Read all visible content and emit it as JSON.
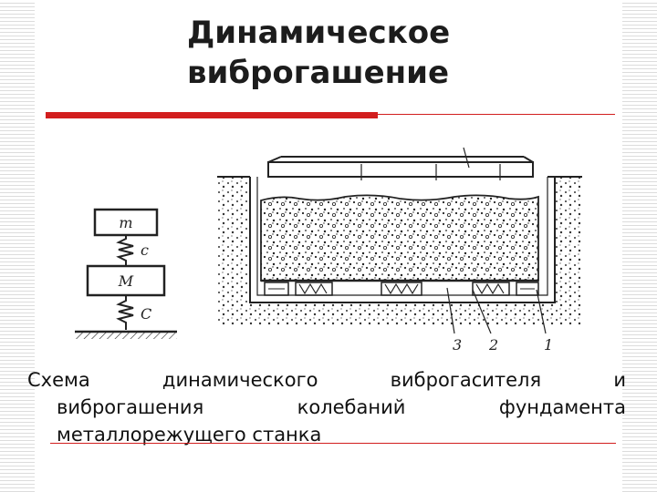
{
  "title": {
    "line1": "Динамическое",
    "line2": "виброгашение"
  },
  "diagram": {
    "mass_small": "m",
    "spring_small": "c",
    "mass_large": "M",
    "spring_large": "C",
    "callouts": [
      "3",
      "2",
      "1"
    ]
  },
  "caption": {
    "line1_words": [
      "Схема",
      "динамического",
      "виброгасителя",
      "и"
    ],
    "line2_words": [
      "виброгашения",
      "колебаний",
      "фундамента"
    ],
    "line3": "металлорежущего станка"
  }
}
